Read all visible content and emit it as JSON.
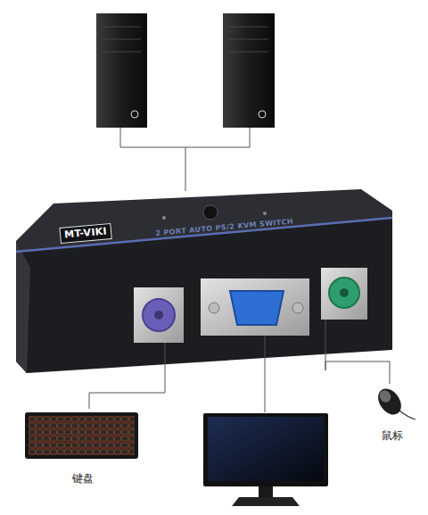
{
  "diagram": {
    "nodes": [
      {
        "text": [
          "MT-VIKI",
          "2 PORT AUTO PS/2 KVM SWITCH"
        ]
      },
      {
        "text": [
          "键盘"
        ]
      },
      {
        "text": [
          "鼠标"
        ]
      }
    ],
    "edges": [
      {
        "from": 0,
        "to": 1,
        "arrow": "none"
      },
      {
        "from": 0,
        "to": 2,
        "arrow": "none"
      }
    ]
  }
}
